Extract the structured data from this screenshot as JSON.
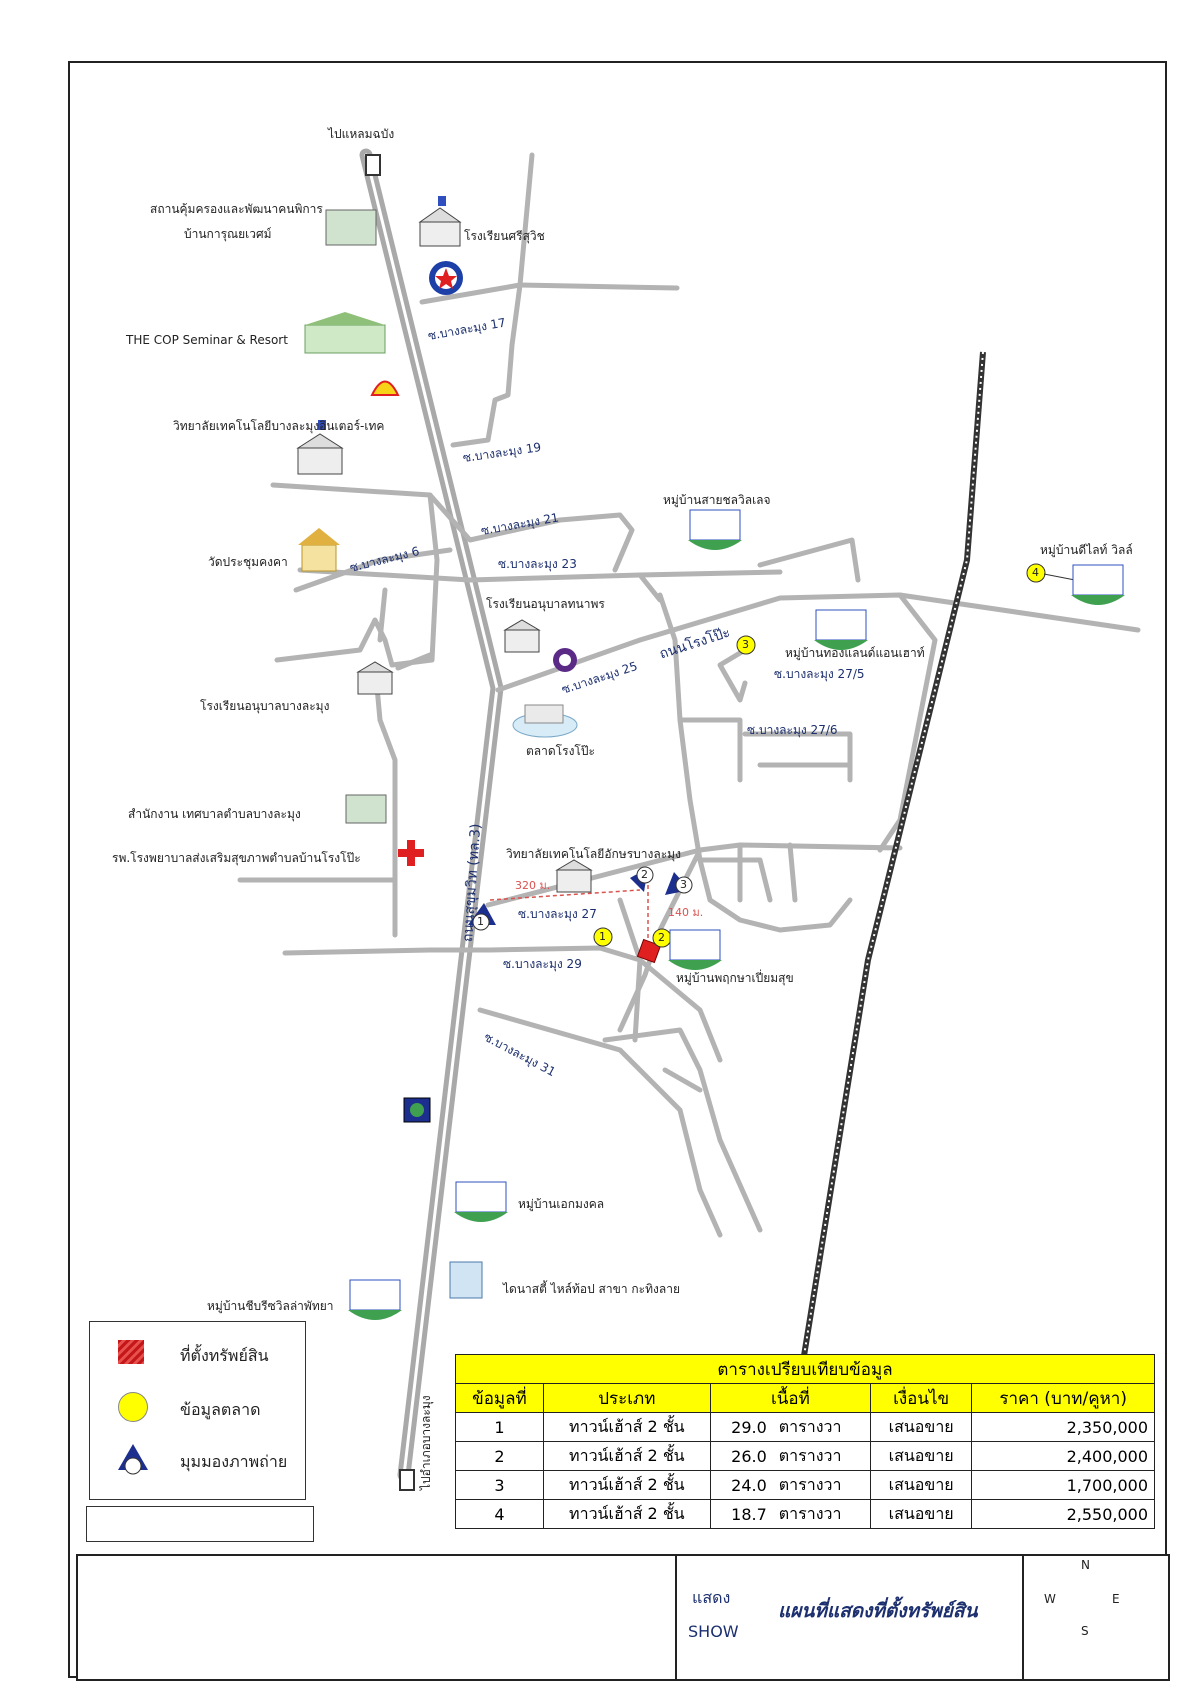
{
  "places": {
    "laem_chabang": "ไปแหลมฉบัง",
    "welfare_center": "สถานคุ้มครองและพัฒนาคนพิการ",
    "welfare_center_2": "บ้านการุณยเวศม์",
    "sriswich_school": "โรงเรียนศรีสุวิช",
    "cop_resort": "THE COP Seminar & Resort",
    "tech_college": "วิทยาลัยเทคโนโลยีบางละมุงอินเตอร์-เทค",
    "wat": "วัดประชุมคงคา",
    "kindergarten": "โรงเรียนอนุบาลทนาพร",
    "banglamung_school": "โรงเรียนอนุบาลบางละมุง",
    "market": "ตลาดโรงโป๊ะ",
    "municipal_office": "สำนักงาน เทศบาลตำบลบางละมุง",
    "hospital": "รพ.โรงพยาบาลส่งเสริมสุขภาพตำบลบ้านโรงโป๊ะ",
    "akson_college": "วิทยาลัยเทคโนโลยีอักษรบางละมุง",
    "village_sai_chon": "หมู่บ้านสายชลวิลเลจ",
    "village_thong_land": "หมู่บ้านทองแลนด์แอนเฮาท์",
    "village_delight": "หมู่บ้านดีไลท์ วิลล์",
    "village_phruksa": "หมู่บ้านพฤกษาเปี่ยมสุข",
    "village_ekmongkol": "หมู่บ้านเอกมงคล",
    "dynasty": "ไดนาสตี้ ไหล์ท้อป สาขา กะทิงลาย",
    "village_chiphrive": "หมู่บ้านชีบรีซวิลล่าพัทยา",
    "to_banglamung": "ไปอำเภอบางละมุง"
  },
  "roads": {
    "sukhumvit": "ถนนสุขุมวิท (ทล.3)",
    "rongpo_road": "ถนนโรงโป๊ะ",
    "soi17": "ซ.บางละมุง 17",
    "soi19": "ซ.บางละมุง 19",
    "soi21": "ซ.บางละมุง 21",
    "soi6": "ซ.บางละมุง 6",
    "soi23": "ซ.บางละมุง 23",
    "soi25": "ซ.บางละมุง 25",
    "soi27_5": "ซ.บางละมุง 27/5",
    "soi27_6": "ซ.บางละมุง 27/6",
    "soi27": "ซ.บางละมุง 27",
    "soi29": "ซ.บางละมุง 29",
    "soi31": "ซ.บางละมุง 31"
  },
  "distances": {
    "d1": "320 ม.",
    "d2": "140 ม."
  },
  "markers": {
    "market_points": [
      "1",
      "2",
      "3",
      "4"
    ],
    "view_points": [
      "1",
      "2",
      "3"
    ]
  },
  "legend": {
    "property": "ที่ตั้งทรัพย์สิน",
    "market_data": "ข้อมูลตลาด",
    "view_angle": "มุมมองภาพถ่าย"
  },
  "table": {
    "title": "ตารางเปรียบเทียบข้อมูล",
    "headers": [
      "ข้อมูลที่",
      "ประเภท",
      "เนื้อที่",
      "เงื่อนไข",
      "ราคา (บาท/คูหา)"
    ],
    "rows": [
      {
        "no": "1",
        "type": "ทาวน์เฮ้าส์ 2 ชั้น",
        "area": "29.0",
        "unit": "ตารางวา",
        "cond": "เสนอขาย",
        "price": "2,350,000"
      },
      {
        "no": "2",
        "type": "ทาวน์เฮ้าส์ 2 ชั้น",
        "area": "26.0",
        "unit": "ตารางวา",
        "cond": "เสนอขาย",
        "price": "2,400,000"
      },
      {
        "no": "3",
        "type": "ทาวน์เฮ้าส์ 2 ชั้น",
        "area": "24.0",
        "unit": "ตารางวา",
        "cond": "เสนอขาย",
        "price": "1,700,000"
      },
      {
        "no": "4",
        "type": "ทาวน์เฮ้าส์ 2 ชั้น",
        "area": "18.7",
        "unit": "ตารางวา",
        "cond": "เสนอขาย",
        "price": "2,550,000"
      }
    ]
  },
  "footer": {
    "show_th": "แสดง",
    "show_en": "SHOW",
    "title": "แผนที่แสดงที่ตั้งทรัพย์สิน",
    "compass": {
      "n": "N",
      "s": "S",
      "e": "E",
      "w": "W"
    }
  },
  "colors": {
    "road": "#b3b3b3",
    "road_text": "#1c2f6e",
    "property": "#e02020",
    "market_marker": "#ffff00",
    "view_marker": "#1c2f8e",
    "table_header": "#ffff00",
    "distance": "#d9534f"
  }
}
